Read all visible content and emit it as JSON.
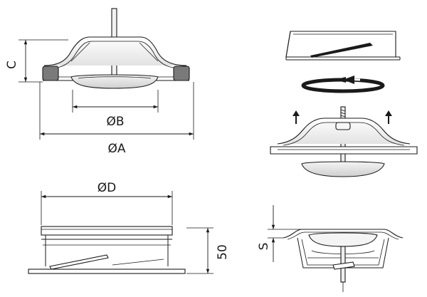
{
  "diagram": {
    "dimensions": {
      "c": "C",
      "b": "ØB",
      "a": "ØA",
      "d": "ØD",
      "height": "50",
      "s": "S"
    },
    "colors": {
      "line": "#1a1a1a",
      "gasket": "#7a7a7a",
      "body_fill": "#f2f2f2",
      "shade": "#d9d9d9"
    },
    "icons": {
      "rotate": "rotate-arrow-icon",
      "lift": "up-arrow-icon"
    }
  }
}
